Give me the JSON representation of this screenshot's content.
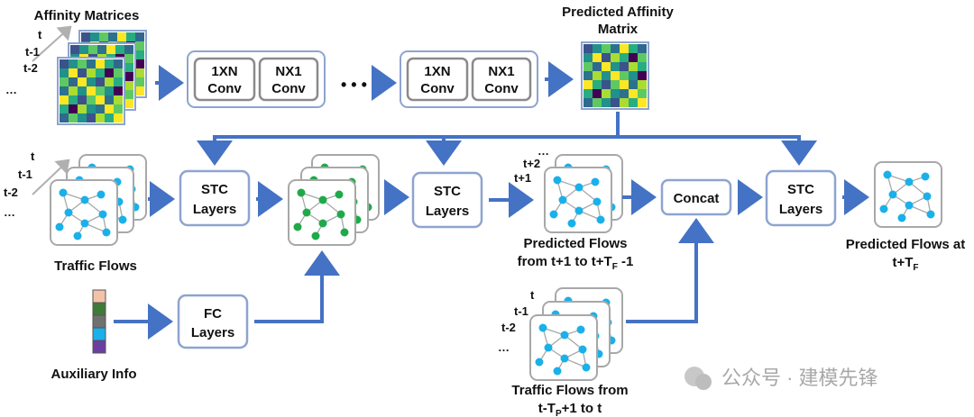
{
  "labels": {
    "affinity_matrices": "Affinity Matrices",
    "predicted_affinity_1": "Predicted Affinity",
    "predicted_affinity_2": "Matrix",
    "traffic_flows": "Traffic Flows",
    "auxiliary_info": "Auxiliary Info",
    "pred_flows_1": "Predicted Flows",
    "pred_flows_2_prefix": "from t+1 to t+T",
    "pred_flows_2_sub": "F",
    "pred_flows_2_suffix": " -1",
    "pred_at_1": "Predicted Flows at",
    "pred_at_2_prefix": "t+T",
    "pred_at_2_sub": "F",
    "tf_from_1": "Traffic Flows from",
    "tf_from_2_prefix": "t-T",
    "tf_from_2_sub": "P",
    "tf_from_2_suffix": "+1 to t",
    "ellipsis": "…",
    "dots": "• • •"
  },
  "time_labels": {
    "t": "t",
    "t_minus_1": "t-1",
    "t_minus_2": "t-2",
    "t_plus_1": "t+1",
    "t_plus_2": "t+2"
  },
  "conv": {
    "one_by_n_1": "1XN",
    "one_by_n_2": "Conv",
    "n_by_one_1": "NX1",
    "n_by_one_2": "Conv"
  },
  "stc": {
    "line1": "STC",
    "line2": "Layers"
  },
  "fc": {
    "line1": "FC",
    "line2": "Layers"
  },
  "concat": "Concat",
  "watermark": "公众号 · 建模先锋",
  "colors": {
    "arrow": "#4472c4",
    "box_border": "#8ea4cf",
    "node_blue": "#1ab0ea",
    "node_green": "#1faa4a",
    "aux": [
      "#f2c3a8",
      "#3f7a3a",
      "#707070",
      "#1ab0ea",
      "#6a3fa0"
    ]
  }
}
